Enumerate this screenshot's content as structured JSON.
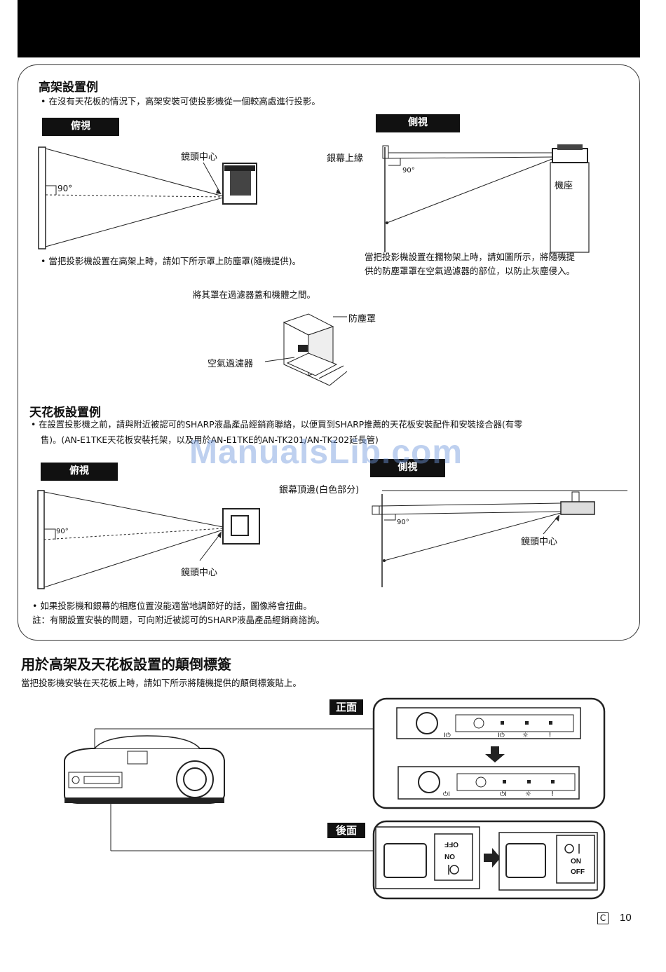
{
  "high_mount": {
    "title": "高架設置例",
    "intro": "• 在沒有天花板的情況下，高架安裝可使投影機從一個較高處進行投影。",
    "top_view_label": "俯視",
    "side_view_label": "側視",
    "lens_center": "鏡頭中心",
    "screen_top": "銀幕上緣",
    "stand": "機座",
    "angle": "90°",
    "note_left": "• 當把投影機設置在高架上時，請如下所示罩上防塵罩(隨機提供)。",
    "note_right_1": "當把投影機設置在擱物架上時，請如圖所示，將隨機提",
    "note_right_2": "供的防塵罩罩在空氣過濾器的部位，以防止灰塵侵入。",
    "cover_instruction": "將其罩在過濾器蓋和機體之間。",
    "dust_cover": "防塵罩",
    "air_filter": "空氣過濾器"
  },
  "ceiling_mount": {
    "title": "天花板設置例",
    "intro_1": "• 在設置投影機之前，請與附近被認可的SHARP液晶產品經銷商聯絡，以便買到SHARP推薦的天花板安裝配件和安裝接合器(有零",
    "intro_2": "售)。(AN-E1TKE天花板安裝托架，以及用於AN-E1TKE的AN-TK201/AN-TK202延長管)",
    "top_view_label": "俯視",
    "side_view_label": "側視",
    "screen_top": "銀幕頂邊(白色部分)",
    "lens_center_top": "鏡頭中心",
    "lens_center_side": "鏡頭中心",
    "angle": "90°",
    "note_1": "• 如果投影機和銀幕的相應位置沒能適當地調節好的話，圖像將會扭曲。",
    "note_2": "註：有關設置安裝的問題，可向附近被認可的SHARP液晶產品經銷商諮詢。"
  },
  "labels_section": {
    "title": "用於高架及天花板設置的顛倒標簽",
    "intro": "當把投影機安裝在天花板上時，請如下所示將隨機提供的顛倒標簽貼上。",
    "front_label": "正面",
    "rear_label": "後面",
    "off_upside_down": "OFF",
    "on_upside_down": "ON",
    "on": "ON",
    "off": "OFF"
  },
  "watermark": "ManualsLib.com",
  "page": {
    "letter": "C",
    "number": "10"
  }
}
